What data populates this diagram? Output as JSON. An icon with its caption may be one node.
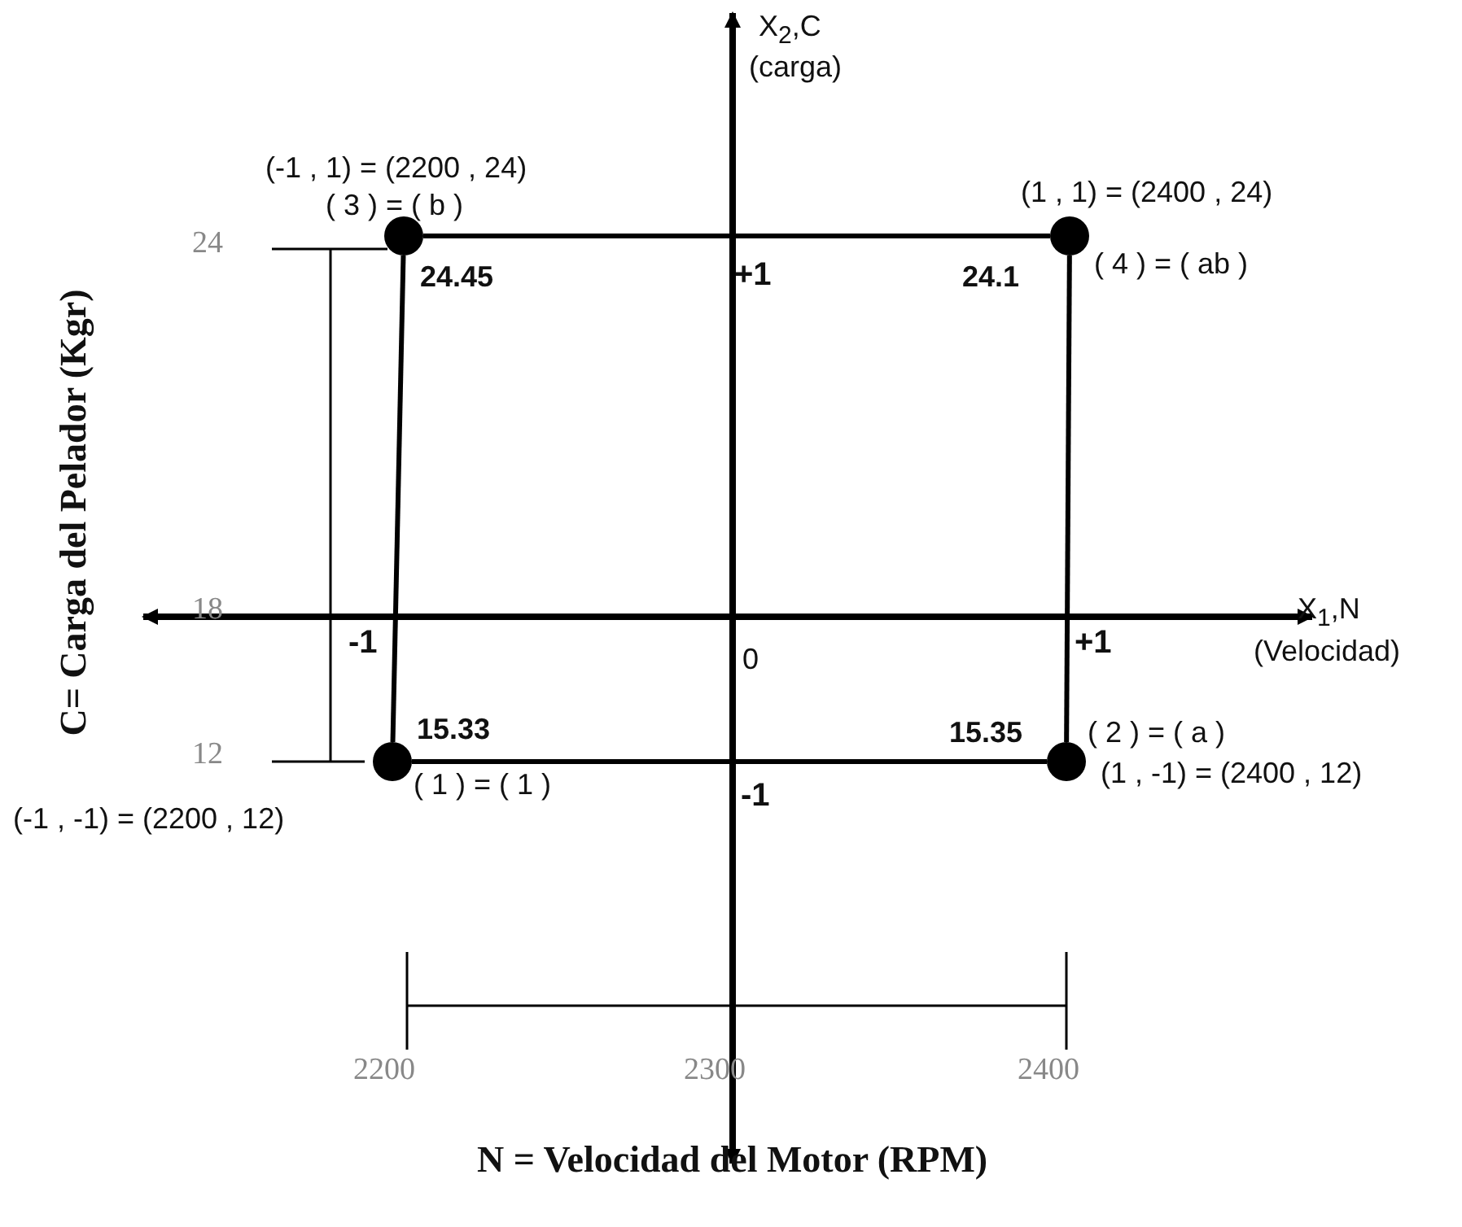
{
  "diagram": {
    "nodes": [
      {
        "text": [],
        "shape": "circle",
        "beside": [
          "(-1 , 1) = (2200 , 24)",
          "( 3 ) = ( b )",
          "24.45"
        ]
      },
      {
        "text": [],
        "shape": "circle",
        "beside": [
          "(1 , 1) = (2400 , 24)",
          "( 4 ) = ( ab )",
          "24.1"
        ]
      },
      {
        "text": [],
        "shape": "circle",
        "beside": [
          "15.33",
          "( 1 ) = ( 1 )",
          "(-1 , -1) = (2200 , 12)"
        ]
      },
      {
        "text": [],
        "shape": "circle",
        "beside": [
          "( 2 ) = ( a )",
          "(1 , -1) = (2400 , 12)",
          "15.35"
        ]
      }
    ],
    "edges": [
      {
        "from": 0,
        "to": 1,
        "arrow": "none"
      },
      {
        "from": 1,
        "to": 3,
        "arrow": "none"
      },
      {
        "from": 3,
        "to": 2,
        "arrow": "none"
      },
      {
        "from": 2,
        "to": 0,
        "arrow": "none"
      }
    ],
    "labels": [
      "X$_{2}$,C",
      "(carga)",
      "24",
      "+1",
      "18",
      "-1",
      "0",
      "+1",
      "X$_{1}$,N",
      "(Velocidad)",
      "12",
      "-1",
      "2200",
      "2300",
      "2400",
      "N = Velocidad del Motor (RPM)",
      "C= Carga del Pelador (Kgr)"
    ]
  }
}
